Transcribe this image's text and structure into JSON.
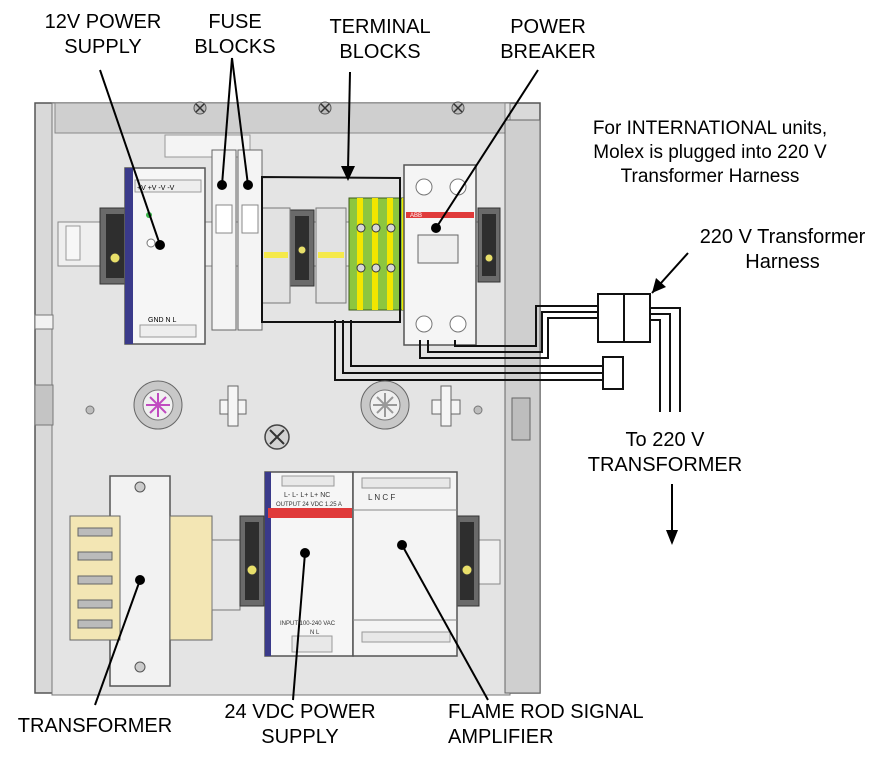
{
  "callouts": {
    "power_supply_12v": [
      "12V POWER",
      "SUPPLY"
    ],
    "fuse_blocks": [
      "FUSE",
      "BLOCKS"
    ],
    "terminal_blocks": [
      "TERMINAL",
      "BLOCKS"
    ],
    "power_breaker": [
      "POWER",
      "BREAKER"
    ],
    "international_note": [
      "For INTERNATIONAL units,",
      "Molex is plugged into 220 V",
      "Transformer Harness"
    ],
    "transformer_harness": [
      "220 V Transformer",
      "Harness"
    ],
    "to_transformer": [
      "To 220 V",
      "TRANSFORMER"
    ],
    "transformer": [
      "TRANSFORMER"
    ],
    "power_supply_24v": [
      "24 VDC POWER",
      "SUPPLY"
    ],
    "flame_rod": [
      "FLAME ROD SIGNAL",
      "AMPLIFIER"
    ]
  },
  "component_text": {
    "psu12_terminals_top": "+V +V -V -V",
    "psu12_terminals_bottom": "GND N L",
    "psu24_terminals_top": "L- L- L+ L+ NC",
    "psu24_output": "OUTPUT 24 VDC 1.25 A",
    "psu24_input": "INPUT 100-240 VAC",
    "psu24_input_terminals": "N L",
    "flame_terminals": "L N C F",
    "breaker_brand": "ABB"
  },
  "colors": {
    "panel": "#d9d9d9",
    "panel_border": "#555555",
    "terminal_green": "#8cc63f",
    "terminal_yellow": "#f2e600",
    "label_red": "#e03a3a",
    "fuse_yellow": "#f5e94a"
  }
}
